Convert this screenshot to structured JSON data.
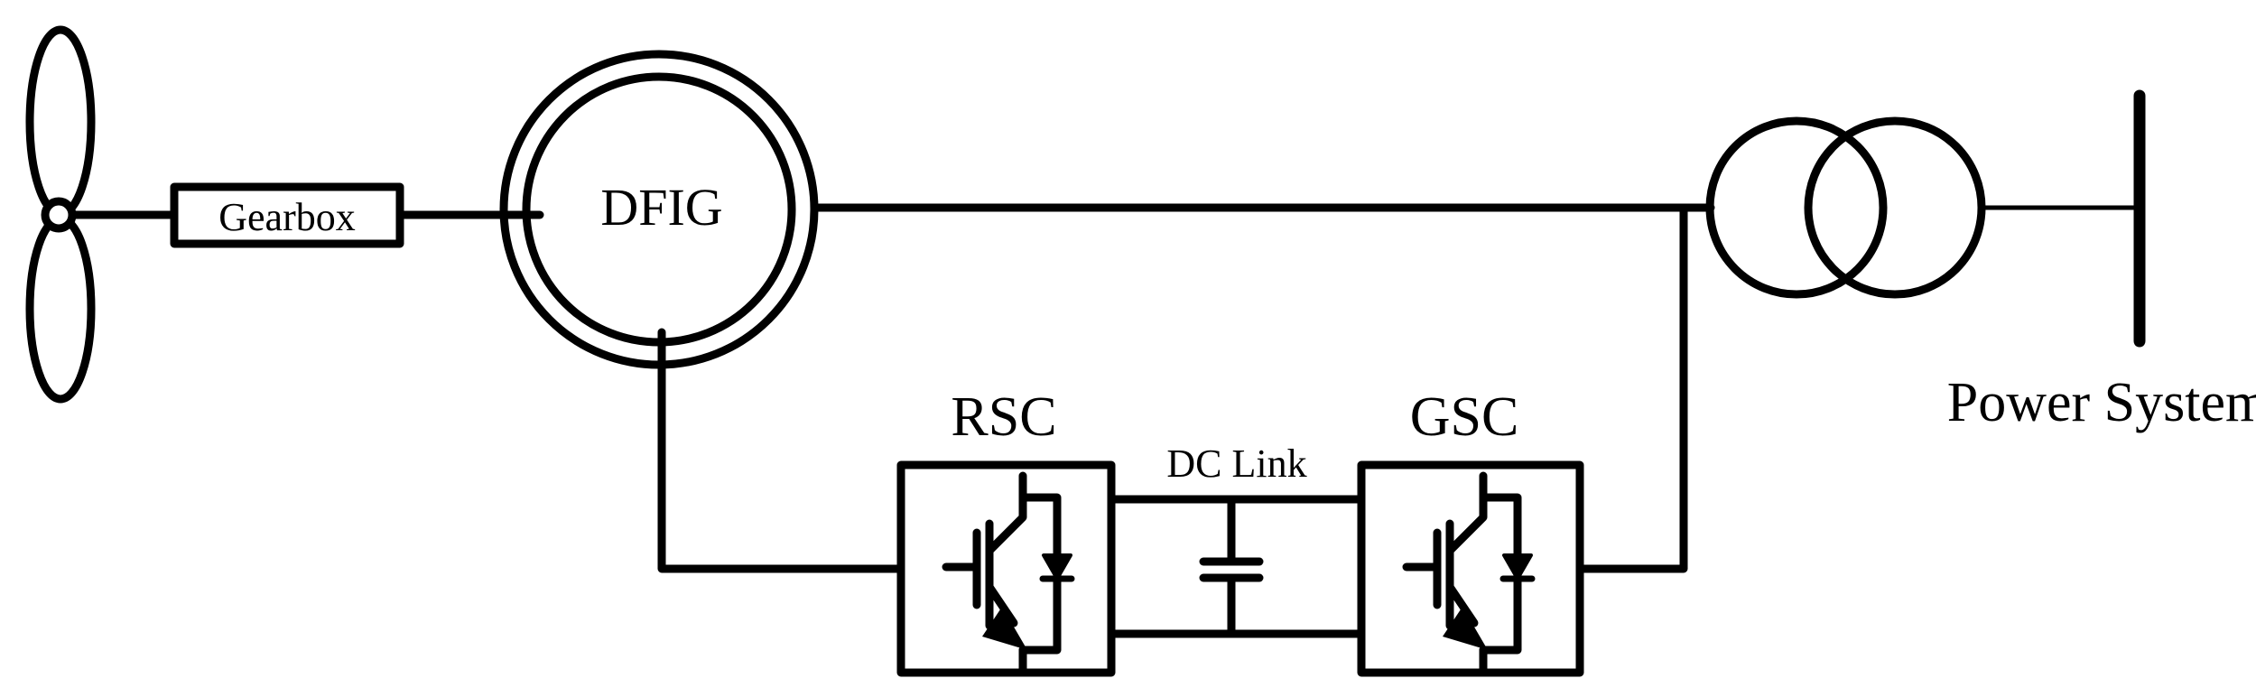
{
  "components": {
    "gearbox": "Gearbox",
    "generator": "DFIG",
    "rotor_side_converter": "RSC",
    "dc_link": "DC Link",
    "grid_side_converter": "GSC",
    "grid": "Power System"
  }
}
